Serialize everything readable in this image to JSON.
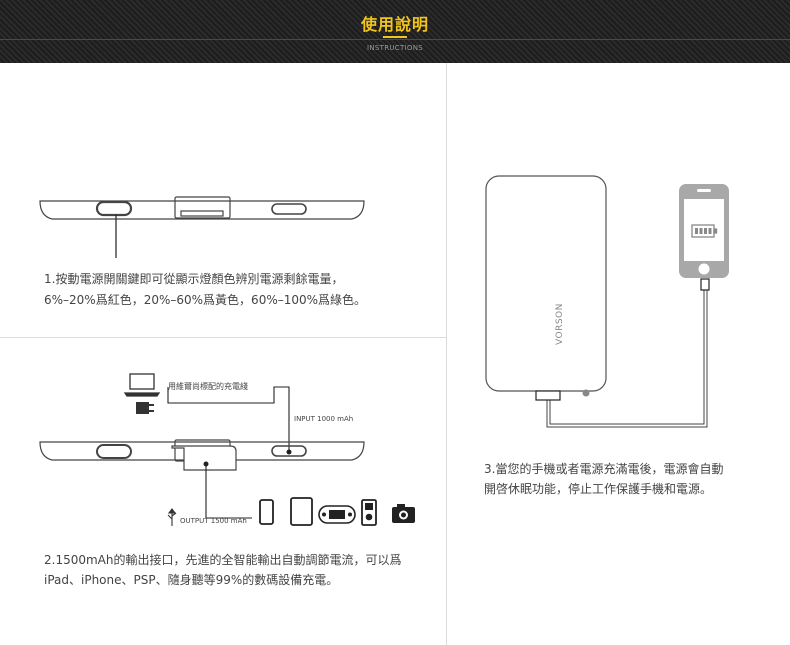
{
  "header": {
    "title": "使用說明",
    "subtitle": "INSTRUCTIONS"
  },
  "step1": {
    "line1": "1.按動電源開關鍵即可從顯示燈顏色辨別電源剩餘電量，",
    "line2": "6%–20%爲紅色，20%–60%爲黃色，60%–100%爲綠色。"
  },
  "step2": {
    "cable_label": "用維爾尚標配的充電綫",
    "input_label": "INPUT 1000 mAh",
    "output_label": "OUTPUT 1500 mAh",
    "line1": "2.1500mAh的輸出接口，先進的全智能輸出自動調節電流，可以爲",
    "line2": "iPad、iPhone、PSP、隨身聽等99%的數碼設備充電。"
  },
  "step3": {
    "brand": "VORSON",
    "line1": "3.當您的手機或者電源充滿電後，電源會自動",
    "line2": "開啓休眠功能，停止工作保護手機和電源。"
  },
  "icons": {
    "laptop": "laptop-icon",
    "plug": "plug-icon",
    "usb": "usb-icon",
    "phone": "phone-icon",
    "tablet": "tablet-icon",
    "gamepad": "psp-icon",
    "mp3": "mp3-player-icon",
    "camera": "camera-icon",
    "battery": "battery-icon"
  },
  "colors": {
    "accent": "#f2c51d",
    "header_bg": "#222222"
  }
}
